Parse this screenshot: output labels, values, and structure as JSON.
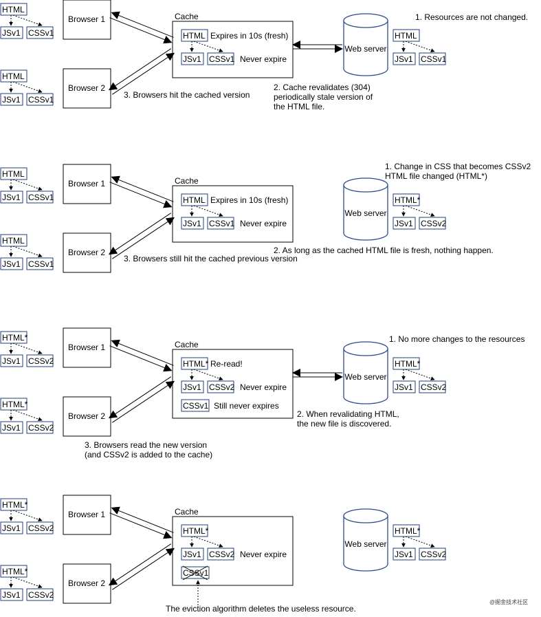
{
  "colors": {
    "resource_border": "#1f3d7a",
    "cylinder_stroke": "#2b4a8c",
    "box_stroke": "#000000"
  },
  "panels": [
    {
      "id": "p1",
      "browser1_res": [
        "HTML",
        "JSv1",
        "CSSv1"
      ],
      "browser2_res": [
        "HTML",
        "JSv1",
        "CSSv1"
      ],
      "browser1_label": "Browser 1",
      "browser2_label": "Browser 2",
      "cache_title": "Cache",
      "cache_res": [
        "HTML",
        "JSv1",
        "CSSv1"
      ],
      "cache_note_top": "Expires in 10s (fresh)",
      "cache_note_mid": "Never expire",
      "cache_extra": "",
      "cache_extra_note": "",
      "server_label": "Web server",
      "server_res": [
        "HTML",
        "JSv1",
        "CSSv1"
      ],
      "step1": [
        "1. Resources are not changed."
      ],
      "step2": [
        "2. Cache revalidates (304)",
        "periodically stale version of",
        "the HTML file."
      ],
      "step3": [
        "3. Browsers hit the cached version"
      ],
      "eviction_text": ""
    },
    {
      "id": "p2",
      "browser1_res": [
        "HTML",
        "JSv1",
        "CSSv1"
      ],
      "browser2_res": [
        "HTML",
        "JSv1",
        "CSSv1"
      ],
      "browser1_label": "Browser 1",
      "browser2_label": "Browser 2",
      "cache_title": "Cache",
      "cache_res": [
        "HTML",
        "JSv1",
        "CSSv1"
      ],
      "cache_note_top": "Expires in 10s (fresh)",
      "cache_note_mid": "Never expire",
      "cache_extra": "",
      "cache_extra_note": "",
      "server_label": "Web server",
      "server_res": [
        "HTML*",
        "JSv1",
        "CSSv2"
      ],
      "step1": [
        "1. Change in CSS that becomes CSSv2",
        "HTML file changed (HTML*)"
      ],
      "step2": [
        "2. As long as the cached HTML file is fresh, nothing happen."
      ],
      "step3": [
        "3. Browsers still hit the cached previous version"
      ],
      "eviction_text": ""
    },
    {
      "id": "p3",
      "browser1_res": [
        "HTML*",
        "JSv1",
        "CSSv2"
      ],
      "browser2_res": [
        "HTML*",
        "JSv1",
        "CSSv2"
      ],
      "browser1_label": "Browser 1",
      "browser2_label": "Browser 2",
      "cache_title": "Cache",
      "cache_res": [
        "HTML*",
        "JSv1",
        "CSSv2"
      ],
      "cache_note_top": "Re-read!",
      "cache_note_mid": "Never expire",
      "cache_extra": "CSSv1",
      "cache_extra_note": "Still never expires",
      "server_label": "Web server",
      "server_res": [
        "HTML*",
        "JSv1",
        "CSSv2"
      ],
      "step1": [
        "1. No more changes to the resources"
      ],
      "step2": [
        "2. When revalidating HTML,",
        "the new file is discovered."
      ],
      "step3": [
        "3. Browsers read the new version",
        "(and CSSv2 is added to the cache)"
      ],
      "eviction_text": ""
    },
    {
      "id": "p4",
      "browser1_res": [
        "HTML*",
        "JSv1",
        "CSSv2"
      ],
      "browser2_res": [
        "HTML*",
        "JSv1",
        "CSSv2"
      ],
      "browser1_label": "Browser 1",
      "browser2_label": "Browser 2",
      "cache_title": "Cache",
      "cache_res": [
        "HTML*",
        "JSv1",
        "CSSv2"
      ],
      "cache_note_top": "",
      "cache_note_mid": "Never expire",
      "cache_extra": "CSSv1",
      "cache_extra_note": "",
      "server_label": "Web server",
      "server_res": [
        "HTML*",
        "JSv1",
        "CSSv2"
      ],
      "step1": [],
      "step2": [],
      "step3": [],
      "eviction_text": "The eviction algorithm deletes the useless resource."
    }
  ],
  "watermark": "@掘金技术社区"
}
